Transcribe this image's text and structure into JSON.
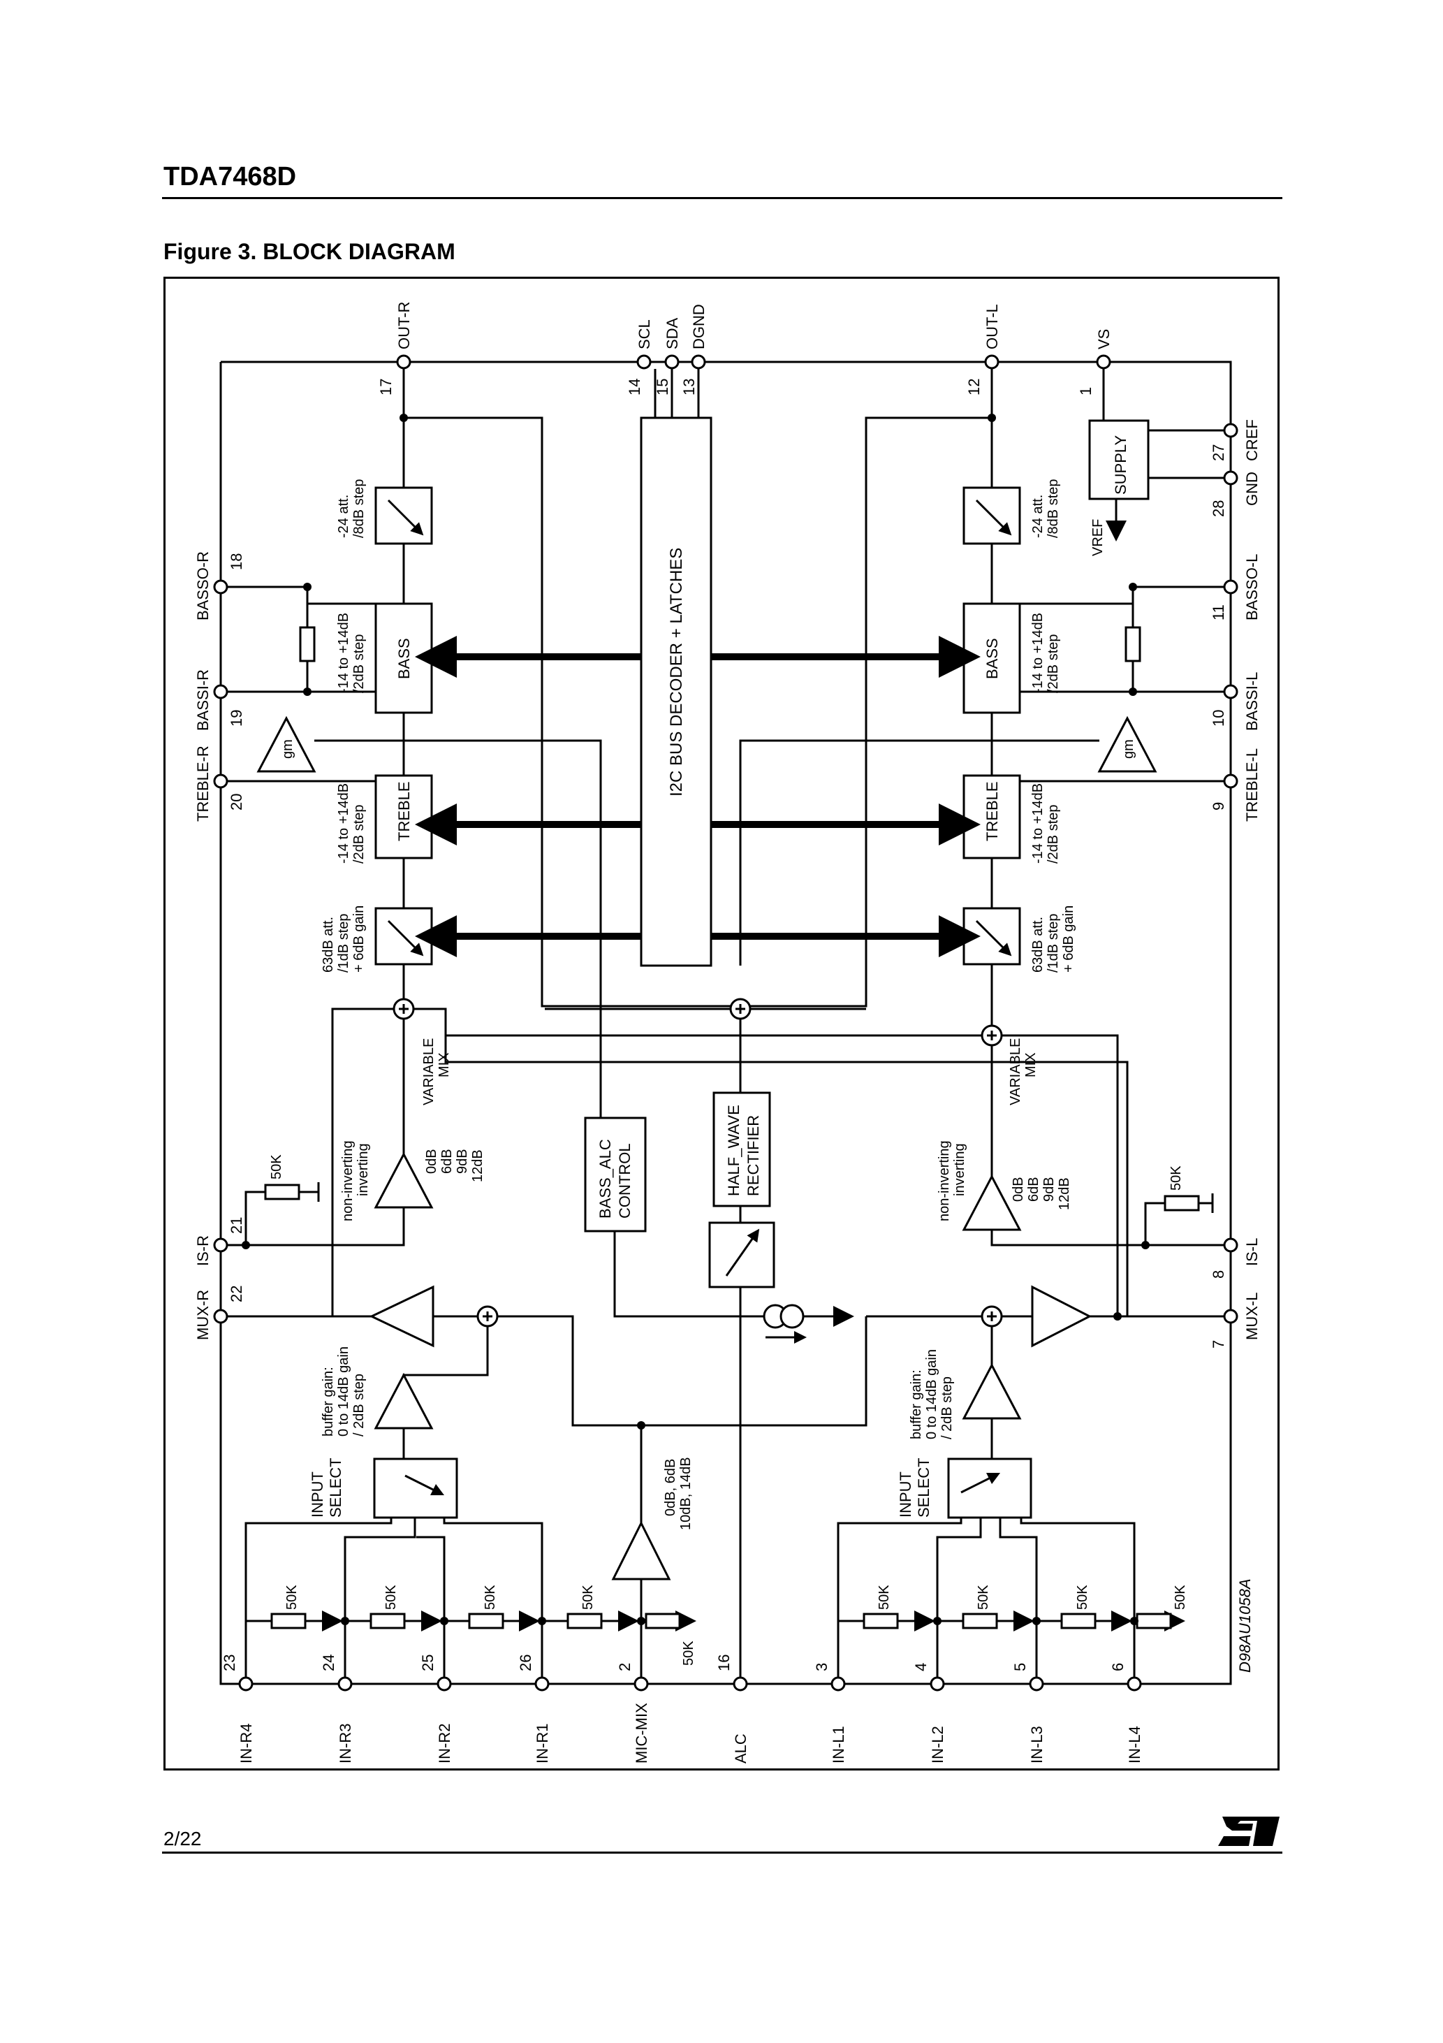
{
  "header": {
    "title": "TDA7468D"
  },
  "figure": {
    "caption": "Figure 3. BLOCK DIAGRAM",
    "code": "D98AU1058A"
  },
  "footer": {
    "page": "2/22"
  },
  "logo": {
    "icon": "st-logo-icon",
    "text": "ST"
  },
  "pins": {
    "out_r": {
      "name": "OUT-R",
      "num": "17"
    },
    "scl": {
      "name": "SCL",
      "num": "14"
    },
    "sda": {
      "name": "SDA",
      "num": "15"
    },
    "dgnd": {
      "name": "DGND",
      "num": "13"
    },
    "out_l": {
      "name": "OUT-L",
      "num": "12"
    },
    "vs": {
      "name": "VS",
      "num": "1"
    },
    "cref": {
      "name": "CREF",
      "num": "27"
    },
    "gnd": {
      "name": "GND",
      "num": "28"
    },
    "basso_r": {
      "name": "BASSO-R",
      "num": "18"
    },
    "bassi_r": {
      "name": "BASSI-R",
      "num": "19"
    },
    "treble_r": {
      "name": "TREBLE-R",
      "num": "20"
    },
    "is_r": {
      "name": "IS-R",
      "num": "21"
    },
    "mux_r": {
      "name": "MUX-R",
      "num": "22"
    },
    "basso_l": {
      "name": "BASSO-L",
      "num": "11"
    },
    "bassi_l": {
      "name": "BASSI-L",
      "num": "10"
    },
    "treble_l": {
      "name": "TREBLE-L",
      "num": "9"
    },
    "is_l": {
      "name": "IS-L",
      "num": "8"
    },
    "mux_l": {
      "name": "MUX-L",
      "num": "7"
    },
    "in_r4": {
      "name": "IN-R4",
      "num": "23"
    },
    "in_r3": {
      "name": "IN-R3",
      "num": "24"
    },
    "in_r2": {
      "name": "IN-R2",
      "num": "25"
    },
    "in_r1": {
      "name": "IN-R1",
      "num": "26"
    },
    "mic_mix": {
      "name": "MIC-MIX",
      "num": "2"
    },
    "alc": {
      "name": "ALC",
      "num": "16"
    },
    "in_l1": {
      "name": "IN-L1",
      "num": "3"
    },
    "in_l2": {
      "name": "IN-L2",
      "num": "4"
    },
    "in_l3": {
      "name": "IN-L3",
      "num": "5"
    },
    "in_l4": {
      "name": "IN-L4",
      "num": "6"
    }
  },
  "blocks": {
    "decoder": "I2C BUS DECODER + LATCHES",
    "supply": "SUPPLY",
    "vref": "VREF",
    "bass": "BASS",
    "treble": "TREBLE",
    "gm": "gm",
    "bass_alc_1": "BASS_ALC",
    "bass_alc_2": "CONTROL",
    "rectifier_1": "HALF_WAVE",
    "rectifier_2": "RECTIFIER",
    "input_select_1": "INPUT",
    "input_select_2": "SELECT"
  },
  "notes": {
    "out_att_1": "-24 att.",
    "out_att_2": "/8dB step",
    "tone_1": "-14 to +14dB",
    "tone_2": "/2dB step",
    "vol_1": "63dB att.",
    "vol_2": "/1dB step",
    "vol_3": "+ 6dB gain",
    "varmix_1": "VARIABLE",
    "varmix_2": "MIX",
    "inv_1": "non-inverting",
    "inv_2": "inverting",
    "mix_gain_1": "0dB",
    "mix_gain_2": "6dB",
    "mix_gain_3": "9dB",
    "mix_gain_4": "12dB",
    "buffer_1": "buffer gain:",
    "buffer_2": "0 to 14dB gain",
    "buffer_3": "/ 2dB step",
    "mic_gain_1": "0dB, 6dB",
    "mic_gain_2": "10dB, 14dB",
    "resistor": "50K"
  }
}
